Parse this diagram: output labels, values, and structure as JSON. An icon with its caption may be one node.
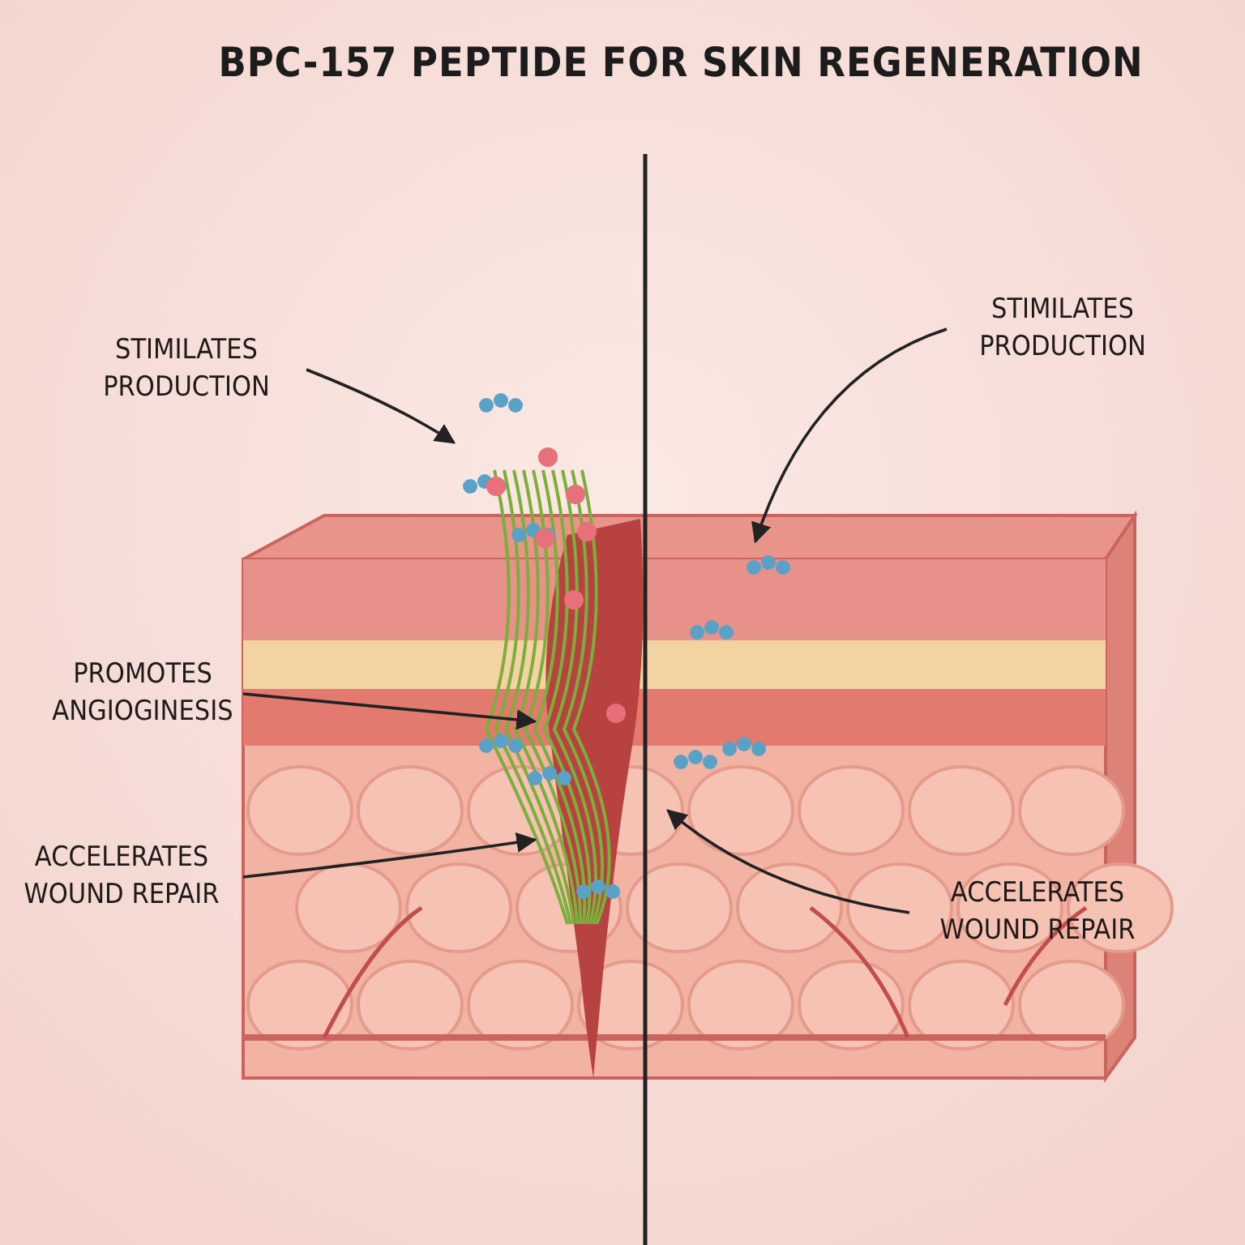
{
  "diagram": {
    "title": "BPC-157 PEPTIDE FOR SKIN REGENERATION",
    "nodes": [
      {
        "text": [
          "STIMILATES PRODUCTION"
        ]
      },
      {
        "text": [
          "STIMILATES PRODUCTION"
        ]
      },
      {
        "text": [
          "PROMOTES ANGIOGINESIS"
        ]
      },
      {
        "text": [
          "ACCELERATES WOUND REPAIR"
        ]
      },
      {
        "text": [
          "ACCELERATES WOUND REPAIR"
        ]
      }
    ],
    "edges": [
      {
        "from": 0,
        "to": null,
        "arrow": "to"
      },
      {
        "from": 1,
        "to": null,
        "arrow": "to"
      },
      {
        "from": 2,
        "to": null,
        "arrow": "to"
      },
      {
        "from": 3,
        "to": null,
        "arrow": "to"
      },
      {
        "from": 4,
        "to": null,
        "arrow": "to"
      }
    ]
  }
}
